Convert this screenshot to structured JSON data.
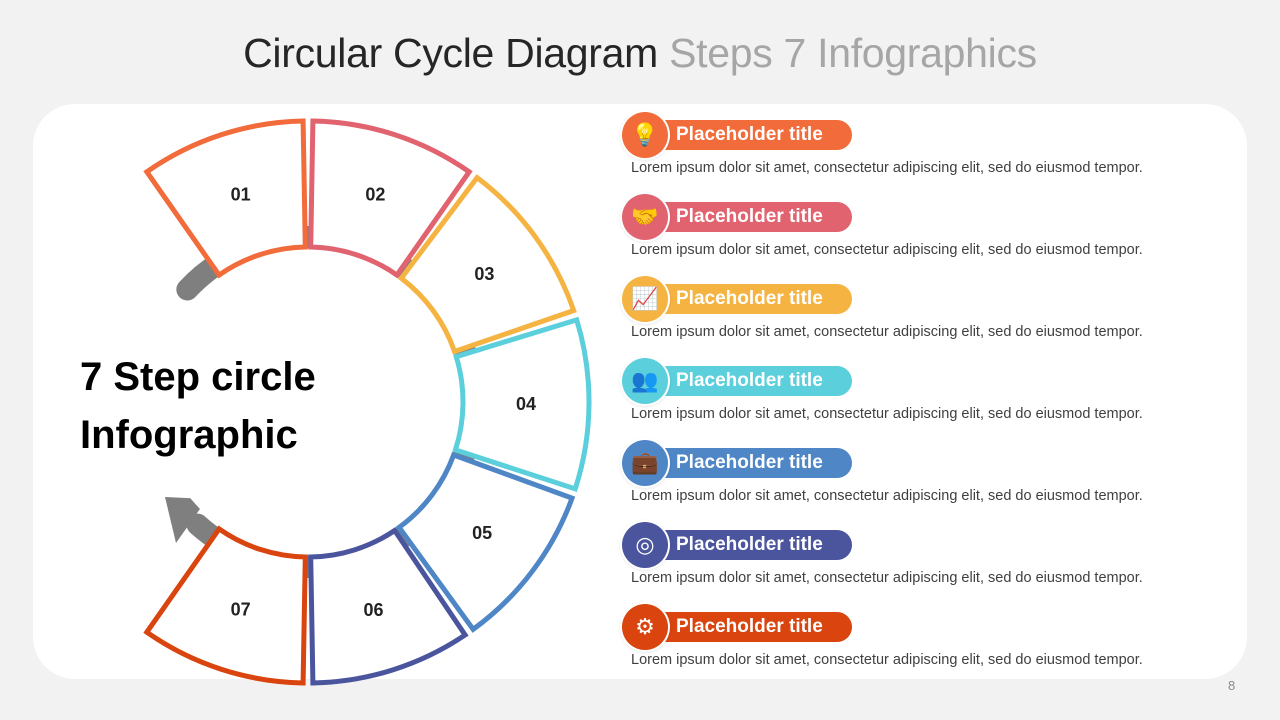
{
  "title": {
    "main": "Circular Cycle Diagram",
    "sub": "Steps 7 Infographics"
  },
  "center_text": {
    "line1": "7 Step circle",
    "line2": "Infographic"
  },
  "steps": [
    {
      "number": "01",
      "title": "Placeholder title",
      "desc": "Lorem ipsum dolor sit amet, consectetur adipiscing elit, sed do eiusmod tempor.",
      "color": "#F26B3A",
      "icon": "lightbulb-icon",
      "glyph": "💡"
    },
    {
      "number": "02",
      "title": "Placeholder title",
      "desc": "Lorem ipsum dolor sit amet, consectetur adipiscing elit, sed do eiusmod tempor.",
      "color": "#E0636F",
      "icon": "handshake-icon",
      "glyph": "🤝"
    },
    {
      "number": "03",
      "title": "Placeholder title",
      "desc": "Lorem ipsum dolor sit amet, consectetur adipiscing elit, sed do eiusmod tempor.",
      "color": "#F5B342",
      "icon": "growth-chart-icon",
      "glyph": "📈"
    },
    {
      "number": "04",
      "title": "Placeholder title",
      "desc": "Lorem ipsum dolor sit amet, consectetur adipiscing elit, sed do eiusmod tempor.",
      "color": "#5BCFDB",
      "icon": "team-icon",
      "glyph": "👥"
    },
    {
      "number": "05",
      "title": "Placeholder title",
      "desc": "Lorem ipsum dolor sit amet, consectetur adipiscing elit, sed do eiusmod tempor.",
      "color": "#4F86C6",
      "icon": "briefcase-gear-icon",
      "glyph": "💼"
    },
    {
      "number": "06",
      "title": "Placeholder title",
      "desc": "Lorem ipsum dolor sit amet, consectetur adipiscing elit, sed do eiusmod tempor.",
      "color": "#4B559E",
      "icon": "target-icon",
      "glyph": "◎"
    },
    {
      "number": "07",
      "title": "Placeholder title",
      "desc": "Lorem ipsum dolor sit amet, consectetur adipiscing elit, sed do eiusmod tempor.",
      "color": "#D9440F",
      "icon": "gears-icon",
      "glyph": "⚙"
    }
  ],
  "page_number": "8"
}
